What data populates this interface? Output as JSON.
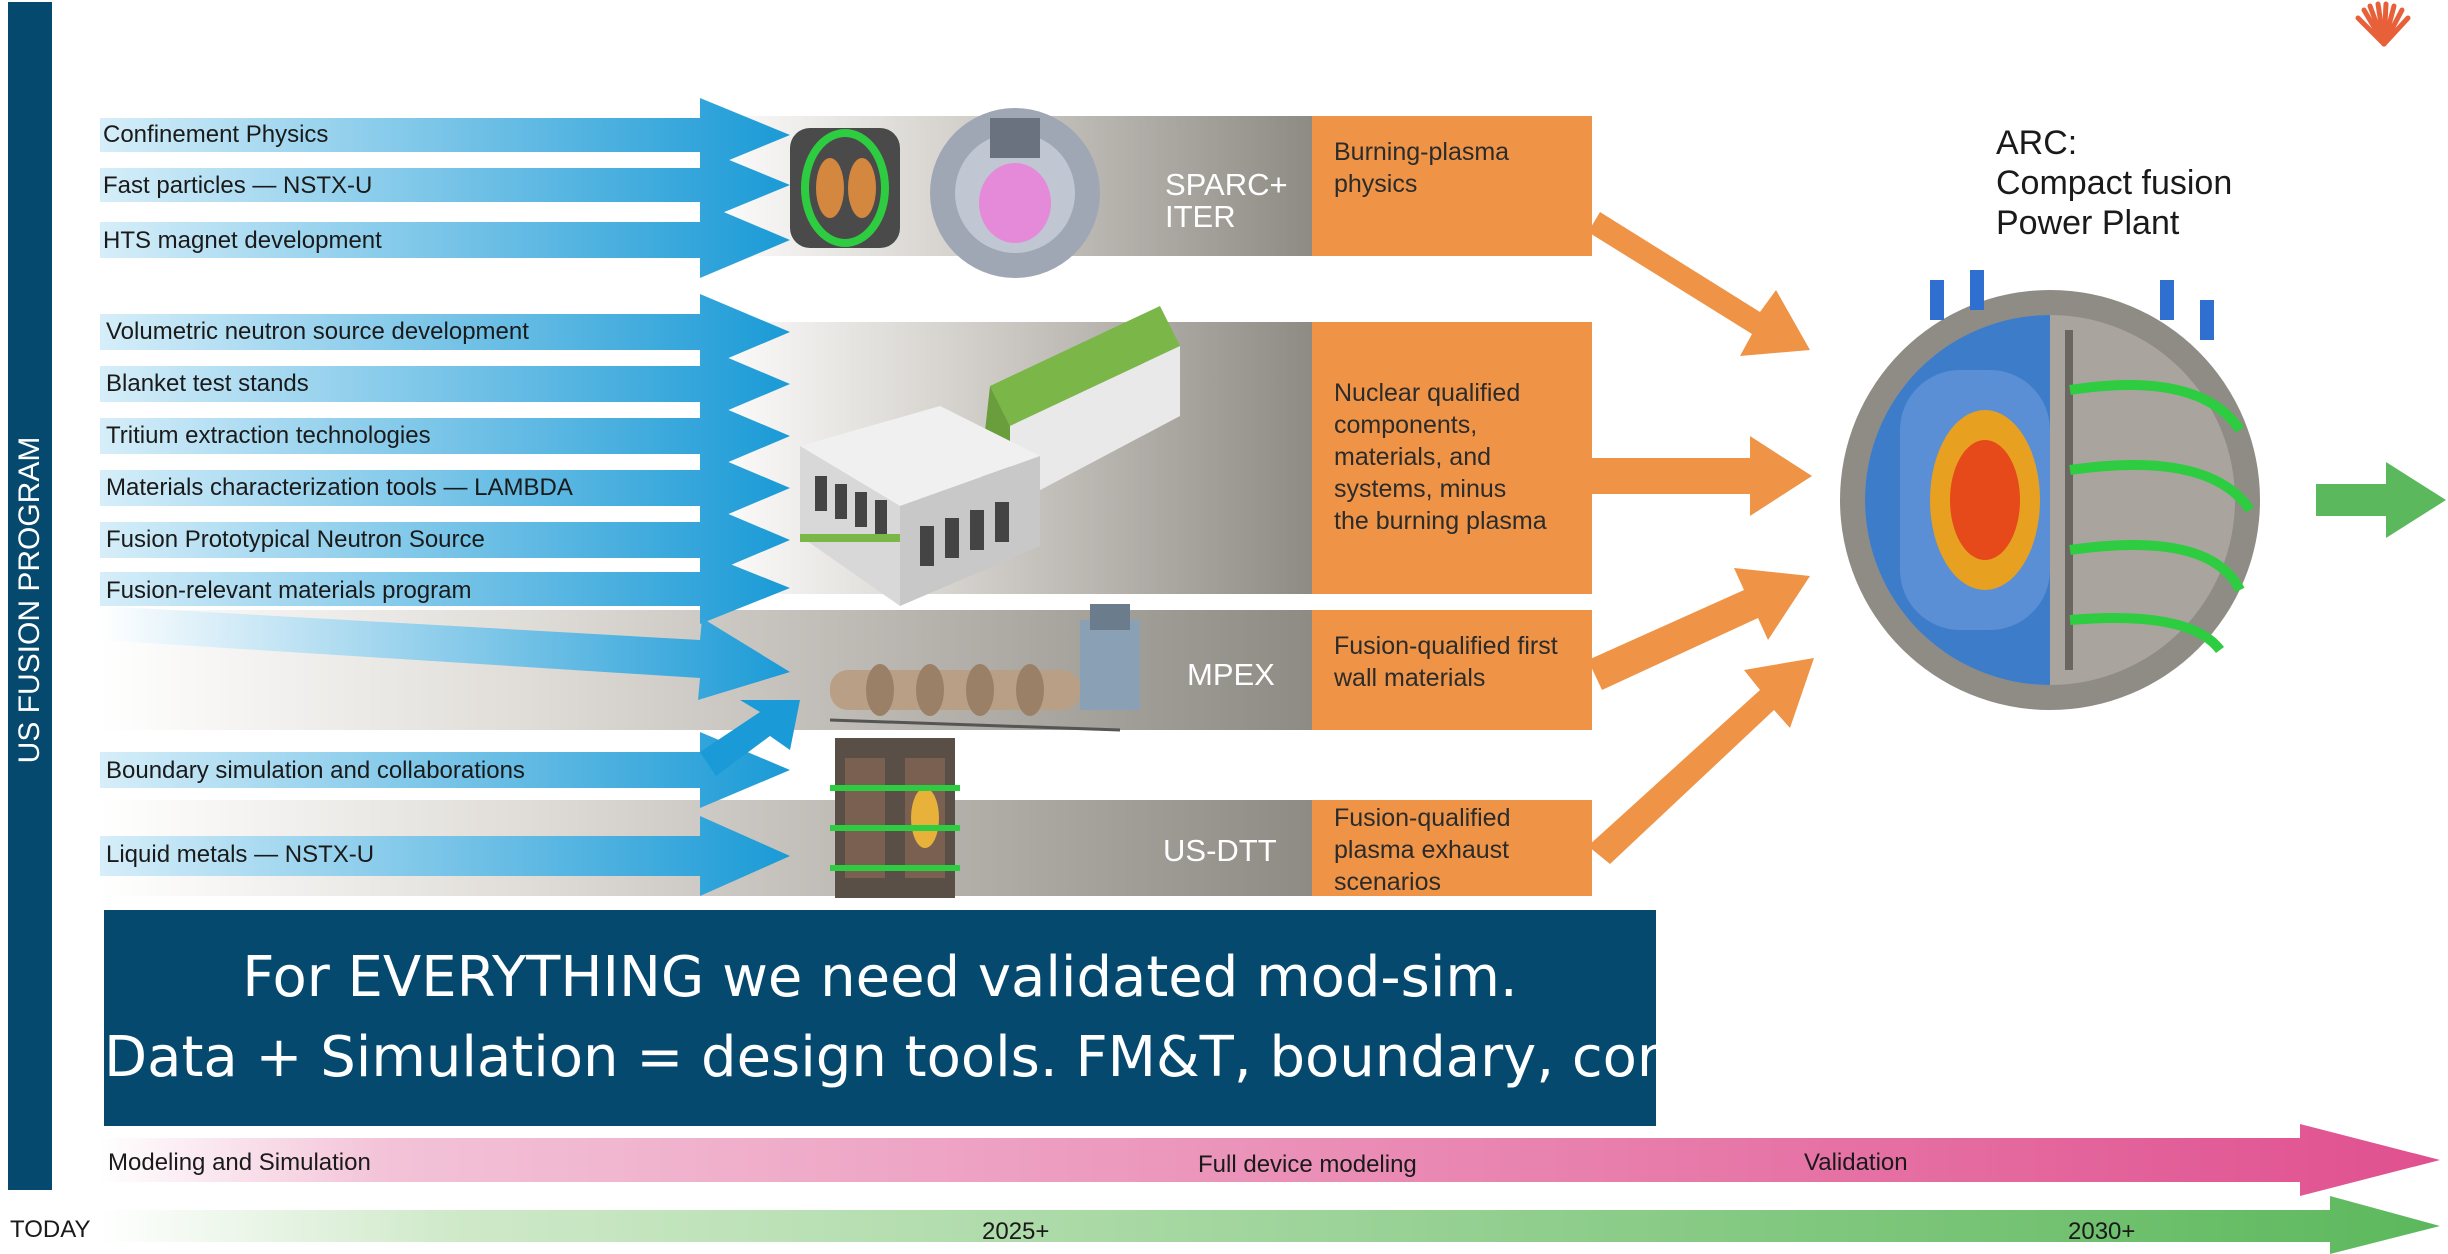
{
  "sidebar": {
    "label": "US FUSION PROGRAM"
  },
  "inputs_group1": [
    "Confinement Physics",
    "Fast particles — NSTX-U",
    "HTS magnet development"
  ],
  "inputs_group2": [
    "Volumetric neutron source development",
    "Blanket test stands",
    "Tritium extraction technologies",
    "Materials characterization tools — LAMBDA",
    "Fusion Prototypical Neutron Source",
    "Fusion-relevant materials program"
  ],
  "inputs_group3": [
    "Boundary simulation and collaborations",
    "Liquid metals — NSTX-U"
  ],
  "facilities": {
    "sparc": {
      "name_line1": "SPARC+",
      "name_line2": "ITER",
      "outcome": "Burning-plasma\nphysics"
    },
    "vns": {
      "outcome": "Nuclear qualified\ncomponents,\nmaterials, and\nsystems, minus\nthe burning plasma"
    },
    "mpex": {
      "name": "MPEX",
      "outcome": "Fusion-qualified first\nwall materials"
    },
    "usdtt": {
      "name": "US-DTT",
      "outcome": "Fusion-qualified\nplasma exhaust\nscenarios"
    }
  },
  "arc": {
    "line1": "ARC:",
    "line2": "Compact fusion",
    "line3": "Power Plant"
  },
  "banner": {
    "line1": "For EVERYTHING we need validated mod-sim.",
    "line2": "Data + Simulation = design tools.  FM&T, boundary, core."
  },
  "modsim_bar": {
    "label_left": "Modeling and Simulation",
    "label_mid": "Full device modeling",
    "label_right": "Validation"
  },
  "timeline": {
    "label_left": "TODAY",
    "label_mid": "2025+",
    "label_right": "2030+"
  },
  "colors": {
    "navy": "#054a6e",
    "blue_arrow": "#1a9ad6",
    "orange": "#ef9446",
    "green": "#5cb85c",
    "pink": "#e0508f"
  }
}
